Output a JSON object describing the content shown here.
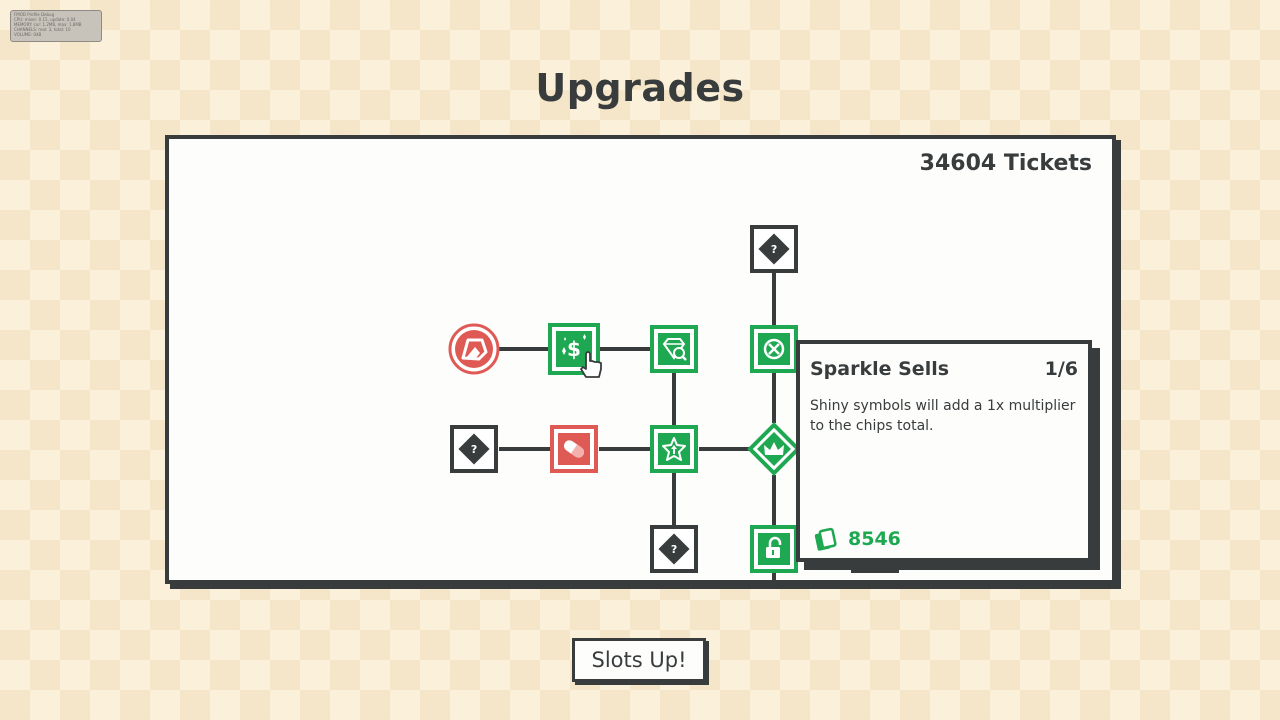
{
  "debug": {
    "title": "FMOD Profile Debug",
    "lines": [
      "CPU: mixer: 0.15, update: 0.04",
      "MEMORY: cur: 1.2MB, max: 1.8MB",
      "CHANNELS: real: 3, total: 10",
      "VOLUME: 0dB"
    ]
  },
  "header": {
    "title": "Upgrades"
  },
  "panel": {
    "tickets": "34604 Tickets"
  },
  "colors": {
    "green": "#1ea852",
    "red": "#e05a55",
    "dark": "#383c3d",
    "background": "#fbf0d9"
  },
  "tree": {
    "nodes": [
      {
        "id": "pickaxe",
        "icon": "pickaxe-icon",
        "state": "purchased-red"
      },
      {
        "id": "sparkle-sells",
        "icon": "sparkle-dollar-icon",
        "state": "owned",
        "hovered": true
      },
      {
        "id": "gem-inspect",
        "icon": "gem-magnify-icon",
        "state": "owned"
      },
      {
        "id": "unknown-top",
        "icon": "question-icon",
        "state": "locked"
      },
      {
        "id": "no-symbol",
        "icon": "no-symbol-icon",
        "state": "owned"
      },
      {
        "id": "unknown-left",
        "icon": "question-icon",
        "state": "locked"
      },
      {
        "id": "pill",
        "icon": "pill-icon",
        "state": "purchased-red"
      },
      {
        "id": "star-arrow",
        "icon": "star-arrow-icon",
        "state": "owned"
      },
      {
        "id": "crown",
        "icon": "crown-icon",
        "state": "owned"
      },
      {
        "id": "unknown-bottom",
        "icon": "question-icon",
        "state": "locked"
      },
      {
        "id": "unlock",
        "icon": "unlock-icon",
        "state": "owned"
      }
    ]
  },
  "tooltip": {
    "name": "Sparkle Sells",
    "level": "1/6",
    "description": "Shiny symbols will add a 1x multiplier to the chips total.",
    "cost": "8546",
    "cost_icon": "card-icon"
  },
  "footer": {
    "button_label": "Slots Up!"
  }
}
